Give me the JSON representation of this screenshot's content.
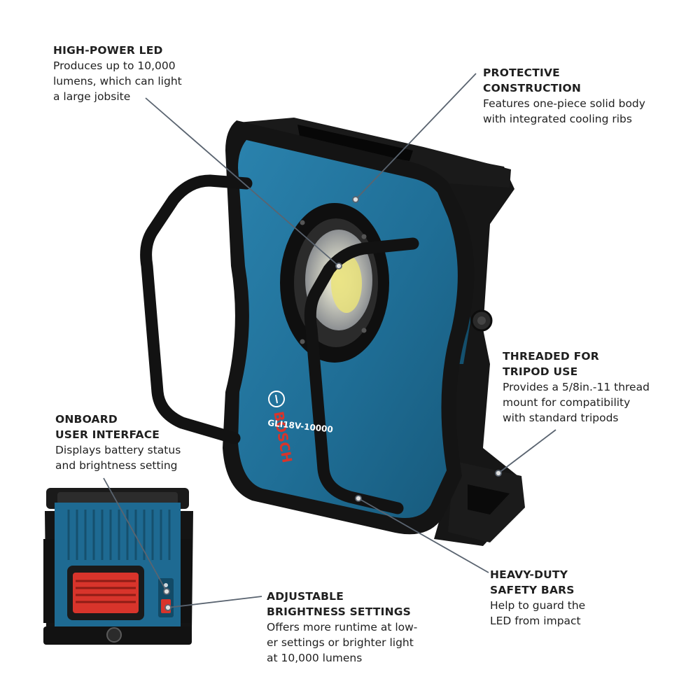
{
  "callouts": {
    "led": {
      "title": "HIGH-POWER LED",
      "desc": [
        "Produces up to 10,000",
        "lumens, which can light",
        "a large jobsite"
      ]
    },
    "protective": {
      "title": [
        "PROTECTIVE",
        "CONSTRUCTION"
      ],
      "desc": [
        "Features one-piece solid body",
        "with integrated cooling ribs"
      ]
    },
    "tripod": {
      "title": [
        "THREADED FOR",
        "TRIPOD USE"
      ],
      "desc": [
        "Provides a 5/8in.-11 thread",
        "mount for compatibility",
        "with standard tripods"
      ]
    },
    "ui": {
      "title": [
        "ONBOARD",
        "USER INTERFACE"
      ],
      "desc": [
        "Displays battery status",
        "and brightness setting"
      ]
    },
    "brightness": {
      "title": [
        "ADJUSTABLE",
        "BRIGHTNESS SETTINGS"
      ],
      "desc": [
        "Offers more runtime at low-",
        "er settings or brighter light",
        "at 10,000 lumens"
      ]
    },
    "bars": {
      "title": [
        "HEAVY-DUTY",
        "SAFETY BARS"
      ],
      "desc": [
        "Help to guard the",
        "LED from impact"
      ]
    }
  },
  "product": {
    "brand": "BOSCH",
    "model": "GLI18V-10000"
  },
  "colors": {
    "body_blue": "#1f6e96",
    "frame_black": "#1a1a1a",
    "battery_red": "#d8342b",
    "leader_line": "#5a6470"
  }
}
